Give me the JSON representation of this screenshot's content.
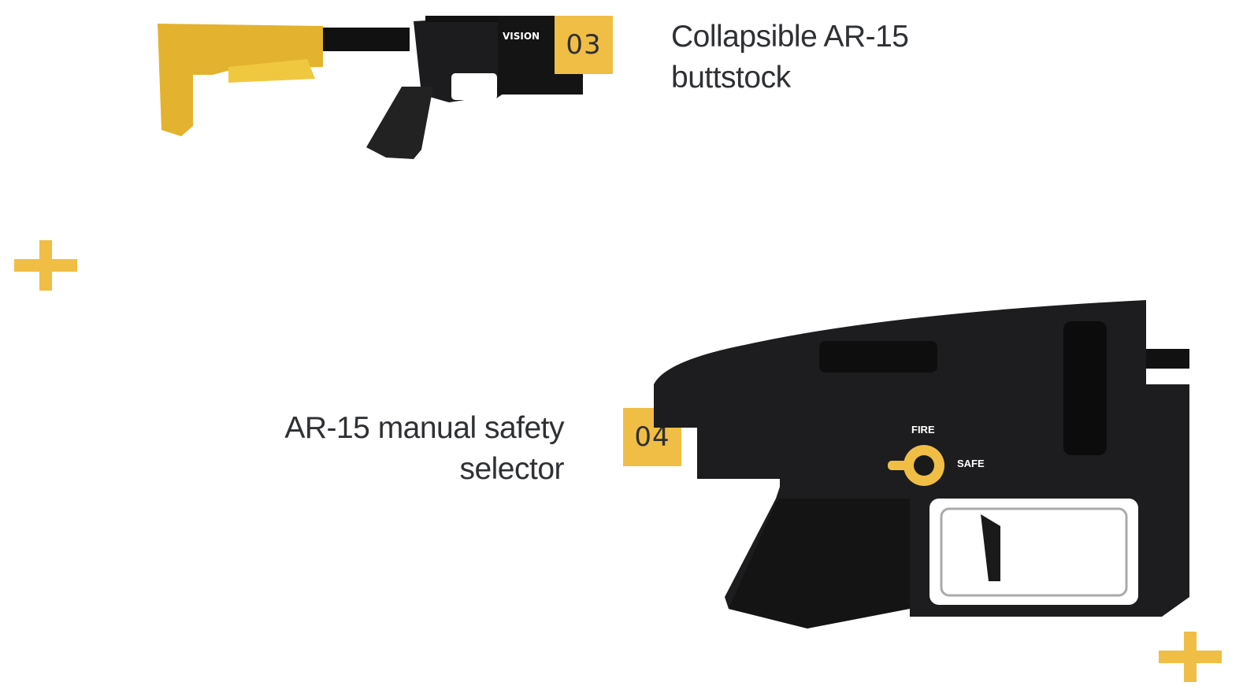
{
  "features": [
    {
      "number": "03",
      "title_line1": "Collapsible AR-15",
      "title_line2": "buttstock",
      "image": "rifle-buttstock-image"
    },
    {
      "number": "04",
      "title_line1": "AR-15 manual safety",
      "title_line2": "selector",
      "image": "safety-selector-closeup-image",
      "markings": {
        "fire": "FIRE",
        "safe": "SAFE"
      }
    }
  ],
  "logo_text": "VISION",
  "colors": {
    "accent": "#f0be45",
    "text": "#2f3033",
    "metal": "#1c1c1e"
  }
}
